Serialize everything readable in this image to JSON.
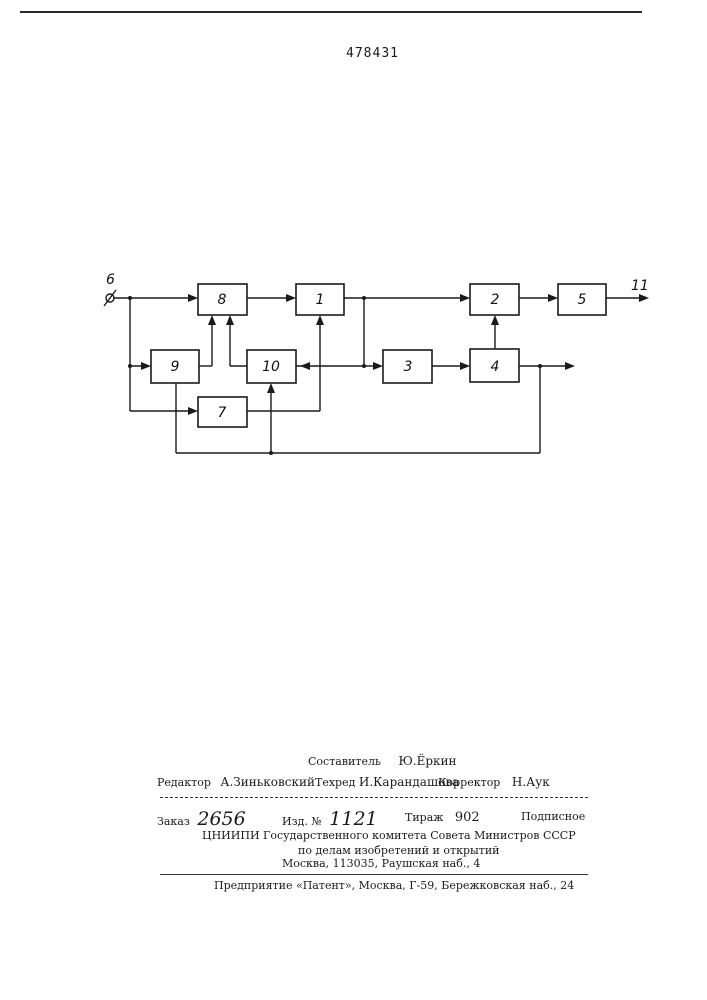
{
  "patent_number": "478431",
  "diagram": {
    "input_label": "6",
    "output_label": "11",
    "blocks": {
      "b1": "1",
      "b2": "2",
      "b3": "3",
      "b4": "4",
      "b5": "5",
      "b7": "7",
      "b8": "8",
      "b9": "9",
      "b10": "10"
    }
  },
  "imprint": {
    "compiler_label": "Составитель",
    "compiler_name": "Ю.Ёркин",
    "editor_label": "Редактор",
    "editor_name": "А.Зиньковский",
    "techred_label": "Техред",
    "techred_name": "И.Карандашова",
    "corrector_label": "Корректор",
    "corrector_name": "Н.Аук",
    "order_label": "Заказ",
    "order_number": "2656",
    "edition_label": "Изд. №",
    "edition_number": "1121",
    "print_run_label": "Тираж",
    "print_run": "902",
    "subscription": "Подписное",
    "org_line1": "ЦНИИПИ Государственного комитета Совета Министров СССР",
    "org_line2": "по делам изобретений и открытий",
    "org_line3": "Москва, 113035, Раушская наб., 4",
    "printer": "Предприятие «Патент», Москва, Г-59, Бережковская наб., 24"
  }
}
